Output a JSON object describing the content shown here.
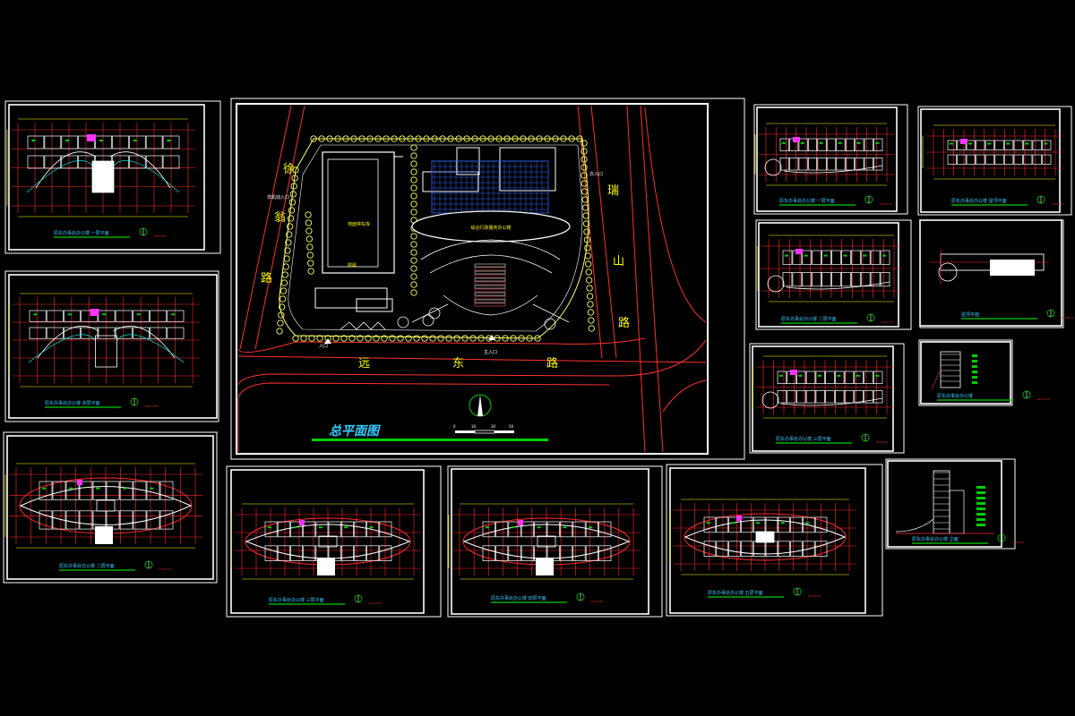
{
  "colors": {
    "background": "#000000",
    "frame": "#ffffff",
    "wall": "#ffffff",
    "grid": "#ff2a2a",
    "road": "#ff3030",
    "tree": "#ffff66",
    "label": "#ffff00",
    "title": "#33ccff",
    "green": "#00d000",
    "magenta": "#ff33ff",
    "blue": "#3366ff",
    "cyan": "#00ffff"
  },
  "site_plan": {
    "title": "总平面图",
    "roads": {
      "xu_char1": "徐",
      "xu_char2": "翁",
      "xu_char3": "路",
      "yuan": "远",
      "dong": "东",
      "lu": "路",
      "shan_char1": "瑞",
      "shan_char2": "山",
      "shan_char3": "路"
    },
    "entrances": {
      "main": "主入口",
      "side": "入口",
      "secondary": "次入口",
      "left": "非机动入口"
    },
    "buildings": {
      "office": "综合行政服务办公楼",
      "parking": "地面停车库",
      "annex": "附属"
    },
    "scale": [
      "0",
      "10",
      "30",
      "50"
    ]
  },
  "sheets": [
    {
      "id": "s1",
      "title": "原东办事处办公楼  一层平面"
    },
    {
      "id": "s2",
      "title": "原东办事处办公楼  夹层平面"
    },
    {
      "id": "s3",
      "title": "原东办事处办公楼  二层平面"
    },
    {
      "id": "s4",
      "title": "原东办事处办公楼    三层平面"
    },
    {
      "id": "s5",
      "title": "原东办事处办公楼    四层平面"
    },
    {
      "id": "s6",
      "title": "原东办事处办公楼  五层平面"
    },
    {
      "id": "s7",
      "title": "原东办事处办公楼  一层平面"
    },
    {
      "id": "s8",
      "title": "原东办事处办公楼  屋顶平面"
    },
    {
      "id": "s9",
      "title": "原东办事处办公楼  二层平面"
    },
    {
      "id": "s10",
      "title": "屋顶平面"
    },
    {
      "id": "s11",
      "title": "原东办事处办公楼  三层平面"
    },
    {
      "id": "s12",
      "title": "原东办事处办公楼"
    },
    {
      "id": "s13",
      "title": "原东办事处办公楼  立面"
    }
  ]
}
